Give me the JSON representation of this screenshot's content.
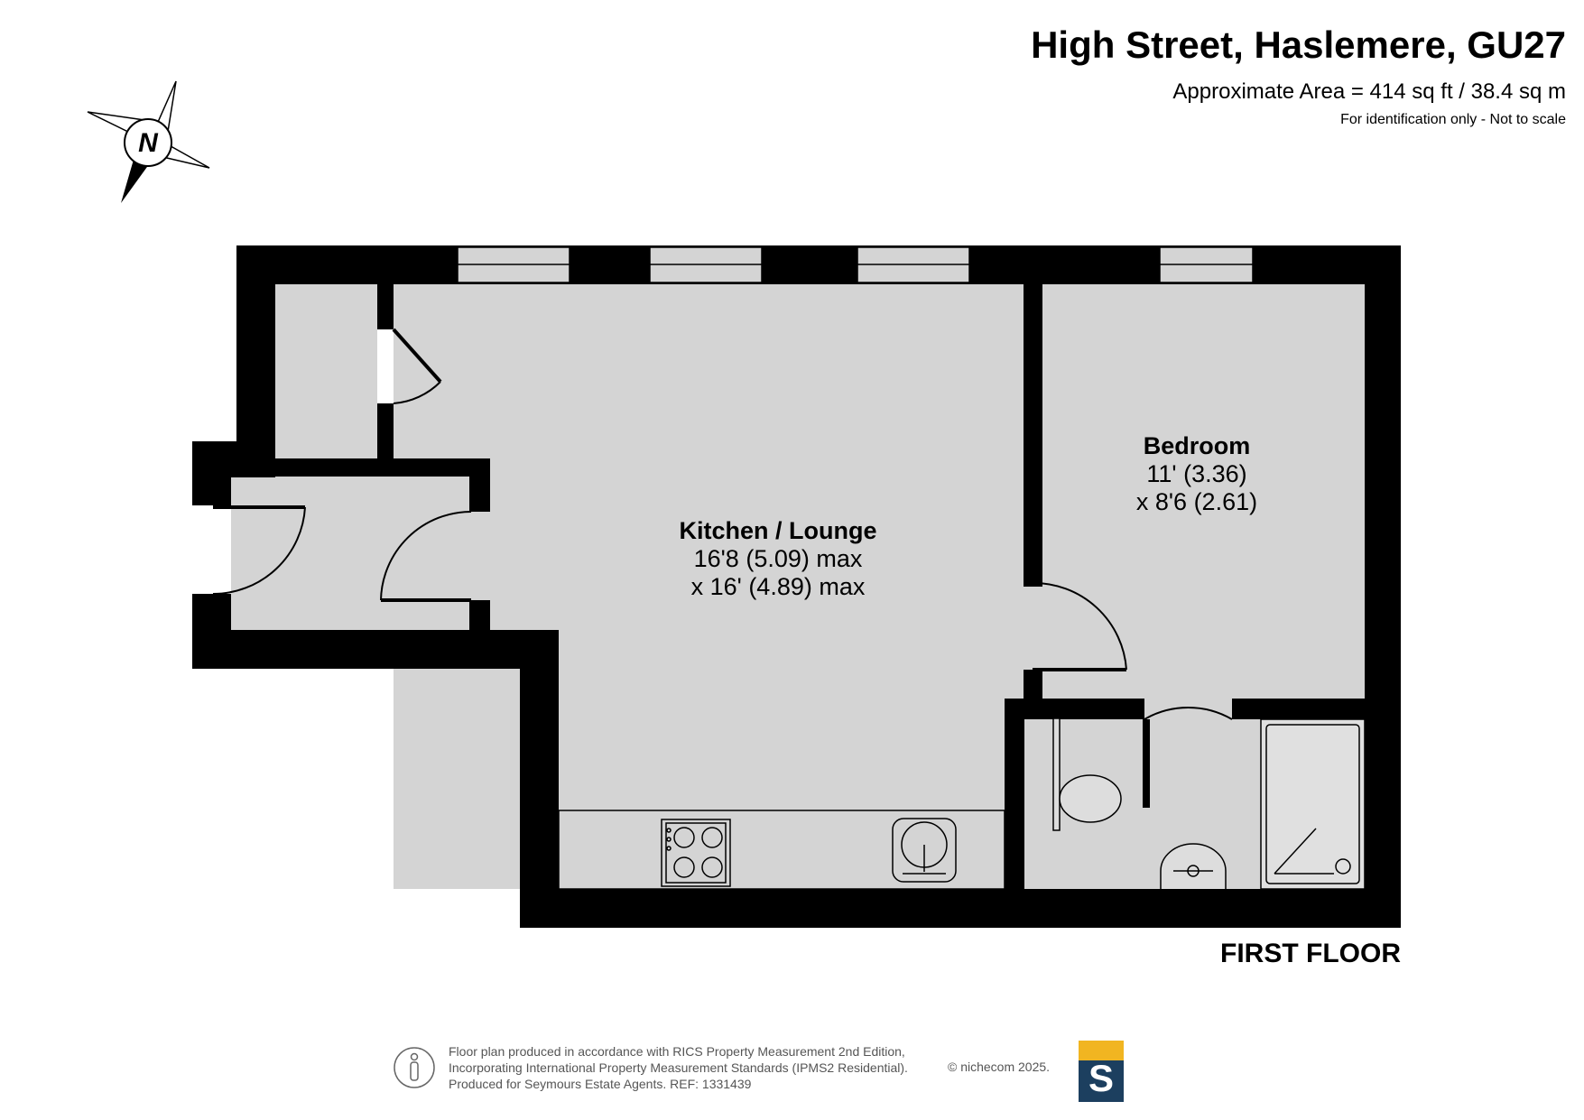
{
  "header": {
    "title": "High Street, Haslemere, GU27",
    "area": "Approximate Area = 414 sq ft / 38.4 sq m",
    "note": "For identification only - Not to scale"
  },
  "compass": {
    "label": "N"
  },
  "rooms": {
    "kitchen": {
      "name": "Kitchen / Lounge",
      "dim1": "16'8 (5.09) max",
      "dim2": "x 16' (4.89) max"
    },
    "bedroom": {
      "name": "Bedroom",
      "dim1": "11' (3.36)",
      "dim2": "x 8'6 (2.61)"
    }
  },
  "floor_label": "FIRST FLOOR",
  "footer": {
    "line1": "Floor plan produced in accordance with RICS Property Measurement 2nd Edition,",
    "line2": "Incorporating International Property Measurement Standards (IPMS2 Residential).",
    "line3": "Produced for Seymours Estate Agents.   REF: 1331439",
    "copyright": "© nichecom 2025."
  },
  "logo": {
    "letter": "S"
  },
  "colors": {
    "wall": "#000000",
    "floor": "#d4d4d4",
    "logo_top": "#f1b521",
    "logo_bottom": "#1c3f5f"
  }
}
